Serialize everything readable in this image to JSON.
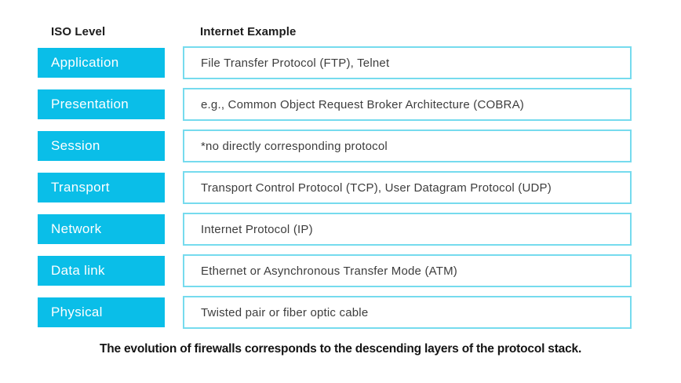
{
  "header": {
    "iso_level": "ISO Level",
    "internet_example": "Internet Example"
  },
  "rows": [
    {
      "level": "Application",
      "example": "File Transfer Protocol (FTP), Telnet"
    },
    {
      "level": "Presentation",
      "example": "e.g., Common Object Request Broker Architecture (COBRA)"
    },
    {
      "level": "Session",
      "example": "*no directly corresponding protocol"
    },
    {
      "level": "Transport",
      "example": "Transport Control Protocol (TCP), User Datagram Protocol (UDP)"
    },
    {
      "level": "Network",
      "example": "Internet Protocol (IP)"
    },
    {
      "level": "Data link",
      "example": "Ethernet or Asynchronous Transfer Mode (ATM)"
    },
    {
      "level": "Physical",
      "example": "Twisted pair or fiber optic cable"
    }
  ],
  "caption": "The evolution of firewalls corresponds to the descending layers of the protocol stack.",
  "colors": {
    "level_box_bg": "#0abee8",
    "example_box_border": "#76dbee",
    "level_text": "#ffffff",
    "example_text": "#3d3d3d",
    "header_text": "#1c1c1c"
  }
}
